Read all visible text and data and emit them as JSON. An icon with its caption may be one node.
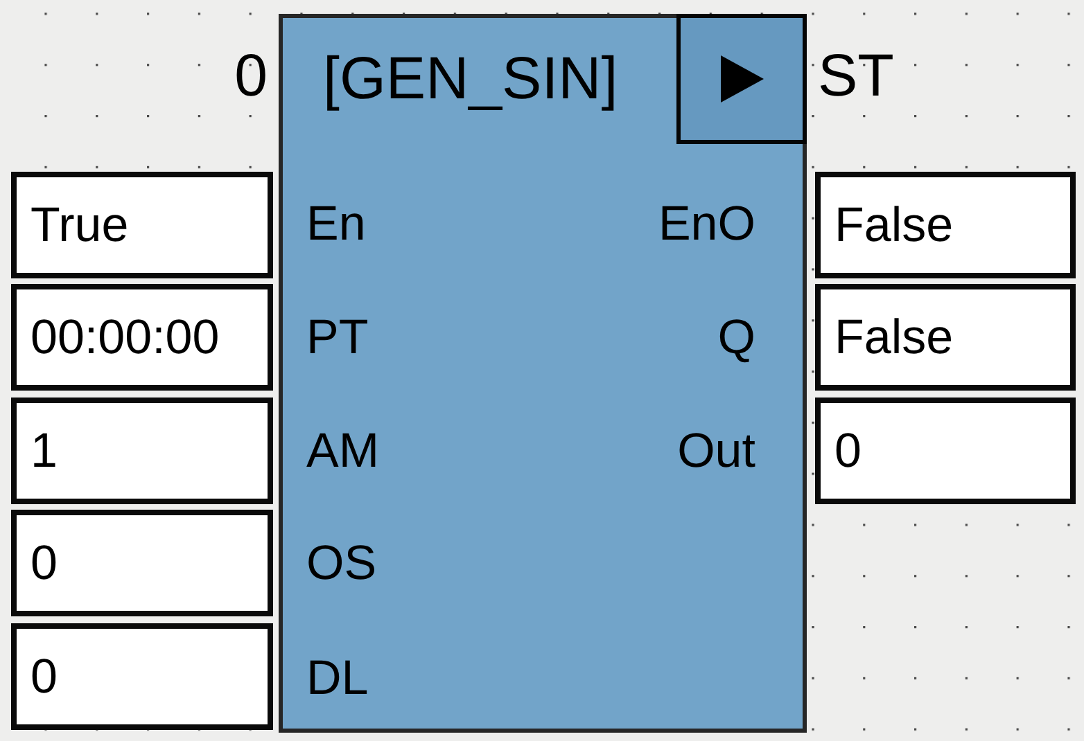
{
  "diagram": {
    "nodes": [
      {
        "text": [
          "[GEN_SIN]",
          "En",
          "EnO",
          "PT",
          "Q",
          "AM",
          "Out",
          "OS",
          "DL"
        ],
        "beside": [
          "0",
          "ST"
        ]
      },
      {
        "text": [
          "True"
        ]
      },
      {
        "text": [
          "False"
        ]
      },
      {
        "text": [
          "00:00:00"
        ]
      },
      {
        "text": [
          "False"
        ]
      },
      {
        "text": [
          "1"
        ]
      },
      {
        "text": [
          "0"
        ]
      },
      {
        "text": [
          "0"
        ]
      },
      {
        "text": [
          "0"
        ]
      }
    ]
  }
}
